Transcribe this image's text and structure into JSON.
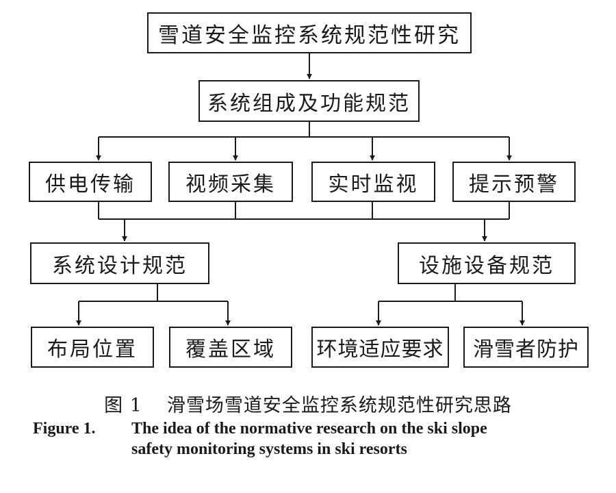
{
  "diagram": {
    "root": "雪道安全监控系统规范性研究",
    "level2": "系统组成及功能规范",
    "functions": [
      "供电传输",
      "视频采集",
      "实时监视",
      "提示预警"
    ],
    "design_spec": "系统设计规范",
    "equipment_spec": "设施设备规范",
    "design_children": [
      "布局位置",
      "覆盖区域"
    ],
    "equipment_children": [
      "环境适应要求",
      "滑雪者防护"
    ]
  },
  "caption": {
    "cn_number": "图 1",
    "cn_title": "滑雪场雪道安全监控系统规范性研究思路",
    "en_label": "Figure 1.",
    "en_line1": "The idea of the normative research on the ski slope",
    "en_line2": "safety monitoring systems in ski resorts"
  },
  "colors": {
    "line": "#1a1a1a",
    "background": "#ffffff"
  }
}
